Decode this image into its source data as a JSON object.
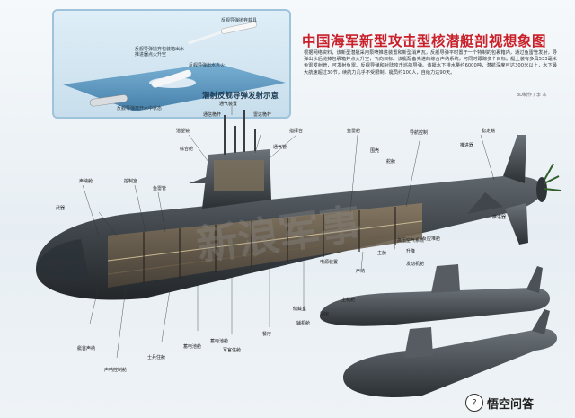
{
  "title": "中国海军新型攻击型核潜艇剖视想象图",
  "description": "根据网络资料，该新型潜艇采用泵喷推进装置和新型消声瓦，反舰导弹平时置于一个特制的包裹箱内，通过鱼雷管发射，导弹出水后抛掉包裹箱并点火升空，飞向目标。该艇配备先进的综合声纳系统，可同时跟踪多个目标。艇上装有多具533毫米鱼雷发射管，可发射鱼雷、反舰导弹和对陆攻击巡航导弹。该艇水下排水量约6000吨，潜航深度可达300米以上，水下最大航速超过30节，续航力几乎不受限制，艇员约100人，自给力达90天。",
  "credit": "3D制作 / 李 本",
  "inset": {
    "title": "潜射反舰导弹发射示意",
    "labels": [
      "反舰导弹抛弃载具",
      "反舰导弹抛弃包装箱出水\n推进器点火升空",
      "反舰导弹出水点火",
      "反舰导弹离开水中状态"
    ]
  },
  "callouts": {
    "top": [
      "通气装置",
      "通信桅杆",
      "潜望镜",
      "雷达桅杆",
      "指挥台",
      "鱼雷舱",
      "导航控制",
      "稳定鳍"
    ],
    "upper": [
      "综合舱",
      "通气管",
      "围壳",
      "声纳舱",
      "控制室",
      "鱼雷管",
      "武器",
      "舵舱",
      "推进器"
    ],
    "mid": [
      "声纳",
      "主舱",
      "升降",
      "储藏室",
      "电源装置",
      "发动机舱",
      "蓄电池舱",
      "推进器"
    ],
    "bottom": [
      "艇首声纳",
      "声呐控制舱",
      "士兵住舱",
      "蓄电池舱",
      "军官住舱",
      "餐厅",
      "辅机舱",
      "厨房",
      "主机舱",
      "高压空气系统",
      "反应堆舱"
    ]
  },
  "watermark": "新浪军事",
  "brand": {
    "icon": "?",
    "name": "悟空问答"
  }
}
